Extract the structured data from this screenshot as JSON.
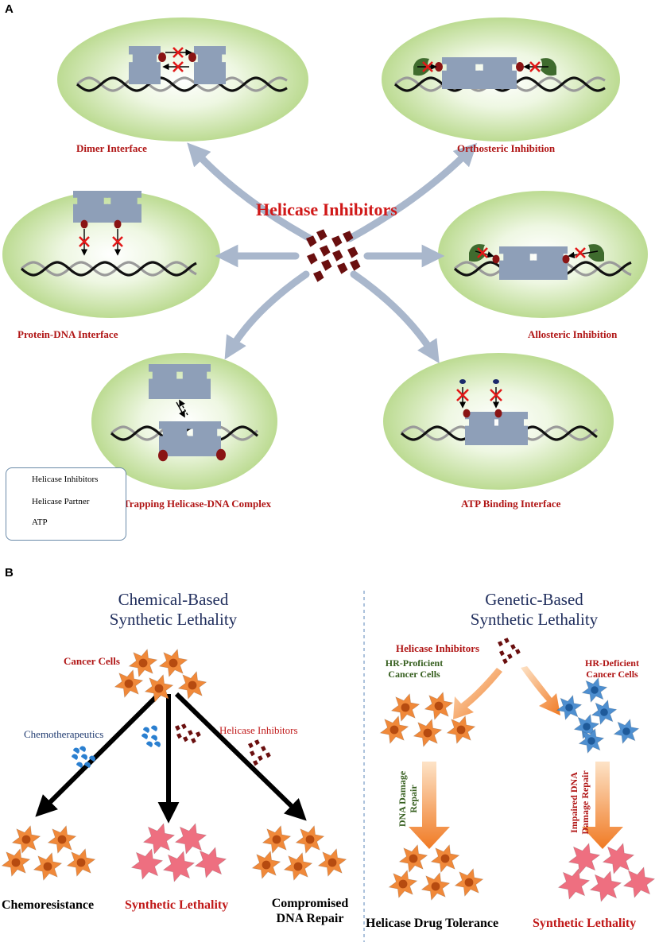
{
  "panel_a": {
    "label": "A",
    "center_title": "Helicase Inhibitors",
    "mechanisms": [
      {
        "label": "Dimer Interface"
      },
      {
        "label": "Orthosteric Inhibition"
      },
      {
        "label": "Protein-DNA Interface"
      },
      {
        "label": "Allosteric Inhibition"
      },
      {
        "label": "Trapping Helicase-DNA Complex"
      },
      {
        "label": "ATP Binding Interface"
      }
    ],
    "legend": {
      "items": [
        {
          "label": "Helicase Inhibitors"
        },
        {
          "label": "Helicase Partner"
        },
        {
          "label": "ATP"
        }
      ]
    }
  },
  "panel_b": {
    "label": "B",
    "chemical": {
      "title_line1": "Chemical-Based",
      "title_line2": "Synthetic Lethality",
      "cancer_cells": "Cancer Cells",
      "chemotherapeutics": "Chemotherapeutics",
      "helicase_inhibitors": "Helicase Inhibitors",
      "outcome_left": "Chemoresistance",
      "outcome_middle": "Synthetic Lethality",
      "outcome_right_line1": "Compromised",
      "outcome_right_line2": "DNA Repair"
    },
    "genetic": {
      "title_line1": "Genetic-Based",
      "title_line2": "Synthetic Lethality",
      "helicase_inhibitors": "Helicase Inhibitors",
      "hr_proficient_line1": "HR-Proficient",
      "hr_proficient_line2": "Cancer Cells",
      "hr_deficient_line1": "HR-Deficient",
      "hr_deficient_line2": "Cancer Cells",
      "repair_line1": "DNA Damage",
      "repair_line2": "Repair",
      "impaired_line1": "Impaired DNA",
      "impaired_line2": "Damage Repair",
      "outcome_left": "Helicase Drug Tolerance",
      "outcome_right": "Synthetic Lethality"
    }
  },
  "colors": {
    "label_red": "#b01515",
    "title_navy": "#1f2d5c",
    "oval_green": "#c9e3a6",
    "protein_blue": "#8e9fb8",
    "binding_red": "#8a1414",
    "partner_green": "#3f6b2e",
    "cancer_orange": "#f0893a",
    "hr_deficient_blue": "#4e8fd0",
    "dead_cell_pink": "#ee6f80",
    "inhibitor_maroon": "#6a0f0f",
    "chemo_blue": "#2a7fd0",
    "arrow_gray_blue": "#a9b7cc"
  }
}
